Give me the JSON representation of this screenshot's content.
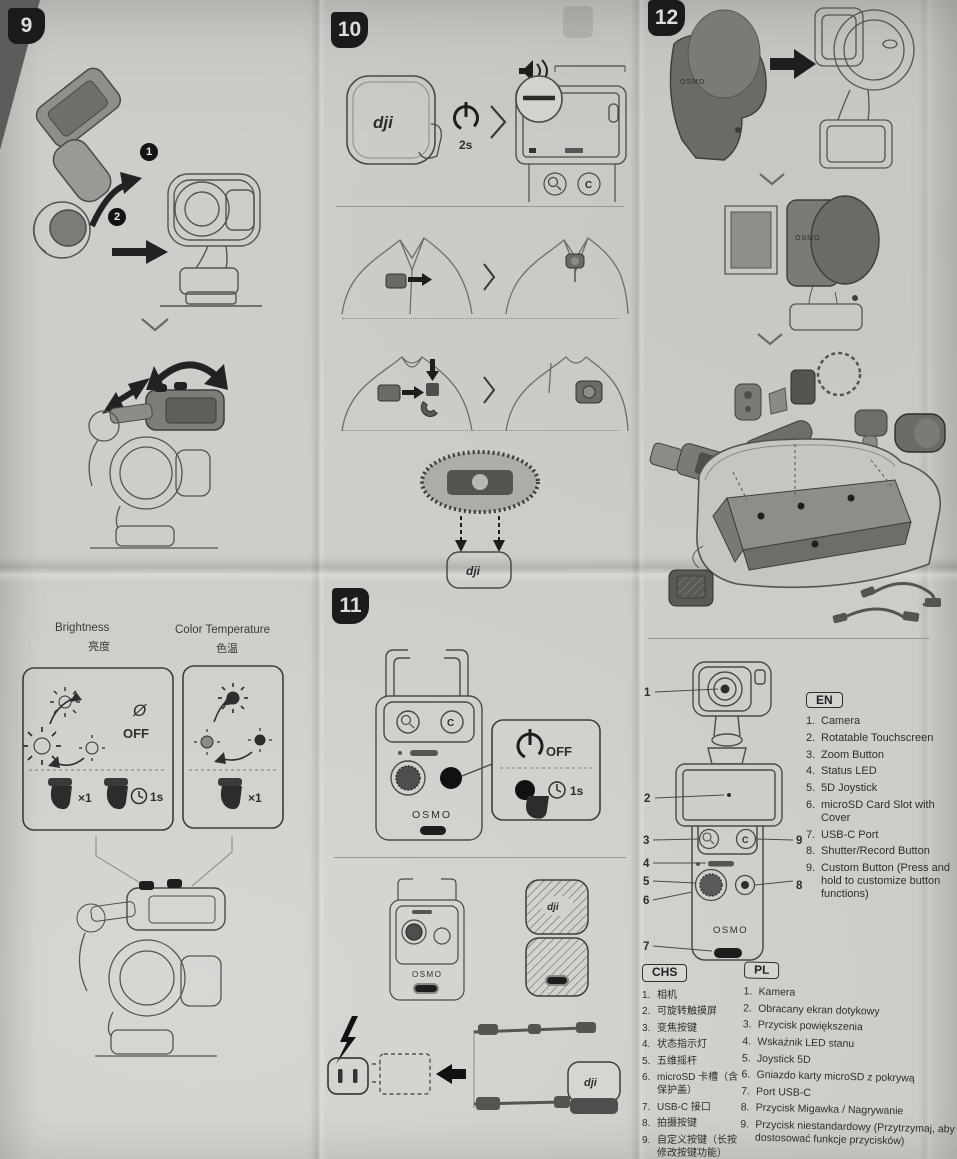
{
  "badges": {
    "step9": "9",
    "step10": "10",
    "step11": "11",
    "step12": "12"
  },
  "panel9": {
    "step1": "1",
    "step2": "2"
  },
  "panel10": {
    "power_hold": "2s"
  },
  "panel11": {
    "off_label": "OFF",
    "hold_label": "1s"
  },
  "glyphs": {
    "c_button": "C"
  },
  "brand": {
    "dji": "dji",
    "osmo": "OSMO"
  },
  "light_panel": {
    "brightness_en": "Brightness",
    "brightness_zh": "亮度",
    "color_temp_en": "Color Temperature",
    "color_temp_zh": "色温",
    "off_symbol": "Ø",
    "off_label": "OFF",
    "press_once": "×1",
    "press_once_ct": "×1",
    "hold_label": "1s"
  },
  "diagram": {
    "callouts": [
      "1",
      "2",
      "3",
      "4",
      "5",
      "6",
      "7",
      "8",
      "9"
    ]
  },
  "legend_en": {
    "tag": "EN",
    "items": [
      {
        "n": "1.",
        "t": "Camera"
      },
      {
        "n": "2.",
        "t": "Rotatable Touchscreen"
      },
      {
        "n": "3.",
        "t": "Zoom Button"
      },
      {
        "n": "4.",
        "t": "Status LED"
      },
      {
        "n": "5.",
        "t": "5D Joystick"
      },
      {
        "n": "6.",
        "t": "microSD Card Slot with Cover"
      },
      {
        "n": "7.",
        "t": "USB-C Port"
      },
      {
        "n": "8.",
        "t": "Shutter/Record Button"
      },
      {
        "n": "9.",
        "t": "Custom Button (Press and hold to customize button functions)"
      }
    ]
  },
  "legend_chs": {
    "tag": "CHS",
    "items": [
      {
        "n": "1.",
        "t": "相机"
      },
      {
        "n": "2.",
        "t": "可旋转触摸屏"
      },
      {
        "n": "3.",
        "t": "变焦按键"
      },
      {
        "n": "4.",
        "t": "状态指示灯"
      },
      {
        "n": "5.",
        "t": "五维摇杆"
      },
      {
        "n": "6.",
        "t": "microSD 卡槽（含保护盖）"
      },
      {
        "n": "7.",
        "t": "USB-C 接口"
      },
      {
        "n": "8.",
        "t": "拍摄按键"
      },
      {
        "n": "9.",
        "t": "自定义按键（长按修改按键功能）"
      }
    ]
  },
  "legend_pl": {
    "tag": "PL",
    "items": [
      {
        "n": "1.",
        "t": "Kamera"
      },
      {
        "n": "2.",
        "t": "Obracany ekran dotykowy"
      },
      {
        "n": "3.",
        "t": "Przycisk powiększenia"
      },
      {
        "n": "4.",
        "t": "Wskaźnik LED stanu"
      },
      {
        "n": "5.",
        "t": "Joystick 5D"
      },
      {
        "n": "6.",
        "t": "Gniazdo karty microSD z pokrywą"
      },
      {
        "n": "7.",
        "t": "Port USB-C"
      },
      {
        "n": "8.",
        "t": "Przycisk Migawka / Nagrywanie"
      },
      {
        "n": "9.",
        "t": "Przycisk niestandardowy (Przytrzymaj, aby dostosować funkcje przycisków)"
      }
    ]
  },
  "colors": {
    "paper": "#cecdc9",
    "ink": "#4a4a48",
    "dark_fill": "#6b6a67",
    "badge_bg": "#1b1b1b"
  }
}
